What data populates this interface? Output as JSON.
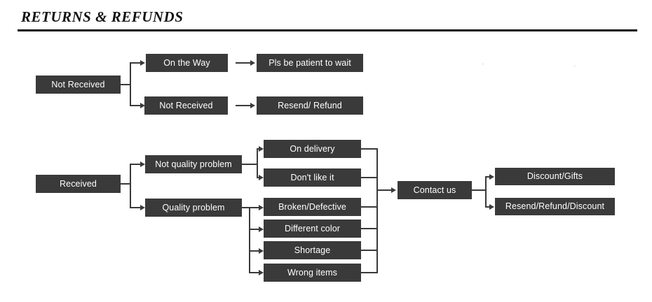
{
  "header": {
    "title": "RETURNS & REFUNDS"
  },
  "diagram": {
    "type": "flowchart",
    "orientation": "left-to-right",
    "branches": [
      {
        "id": "not-received",
        "root_label": "Not Received",
        "paths": [
          {
            "stage_label": "On the Way",
            "outcome_label": "Pls be patient to wait"
          },
          {
            "stage_label": "Not Received",
            "outcome_label": "Resend/ Refund"
          }
        ]
      },
      {
        "id": "received",
        "root_label": "Received",
        "categories": [
          {
            "label": "Not quality problem",
            "reasons": [
              "On delivery",
              "Don't like it"
            ]
          },
          {
            "label": "Quality problem",
            "reasons": [
              "Broken/Defective",
              "Different color",
              "Shortage",
              "Wrong items"
            ]
          }
        ],
        "junction_label": "Contact us",
        "resolutions": [
          "Discount/Gifts",
          "Resend/Refund/Discount"
        ]
      }
    ]
  },
  "colors": {
    "box_fill": "#3a3a3a",
    "box_text": "#ffffff",
    "connector": "#3a3a3a",
    "rule": "#0d0d0d",
    "page_background": "#ffffff",
    "title_text": "#111111"
  }
}
